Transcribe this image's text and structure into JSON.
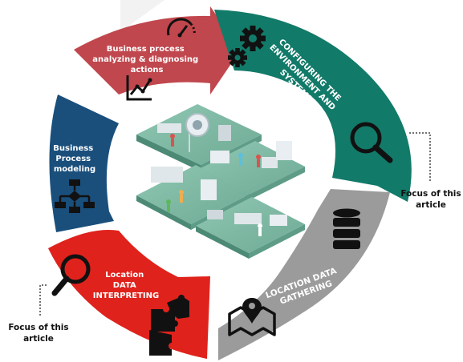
{
  "segments": {
    "analyzing": {
      "lines": [
        "Business process",
        "analyzing & diagnosing",
        "actions"
      ],
      "icon": "speedometer-icon",
      "icon2": "line-chart-icon",
      "color": "#c0474d"
    },
    "configuring": {
      "lines": [
        "CONFIGURING THE",
        "ENVIRONMENT AND",
        "SYSTEMS"
      ],
      "icon": "gears-icon",
      "icon2": "magnifier-icon",
      "color": "#127a69"
    },
    "gathering": {
      "lines": [
        "LOCATION DATA",
        "GATHERING"
      ],
      "icon": "database-icon",
      "icon2": "map-pin-icon",
      "color": "#9b9b9b"
    },
    "interpreting": {
      "lines": [
        "Location",
        "DATA",
        "INTERPRETING"
      ],
      "icon": "magnifier-icon",
      "icon2": "puzzle-icon",
      "color": "#e0221c"
    },
    "modeling": {
      "lines": [
        "Business",
        "Process",
        "modeling"
      ],
      "icon": "flowchart-icon",
      "color": "#1a4f7c"
    }
  },
  "notes": {
    "right": [
      "Focus of this",
      "article"
    ],
    "left": [
      "Focus of this",
      "article"
    ]
  },
  "center": {
    "illustration": "hospital-isometric-illustration"
  }
}
